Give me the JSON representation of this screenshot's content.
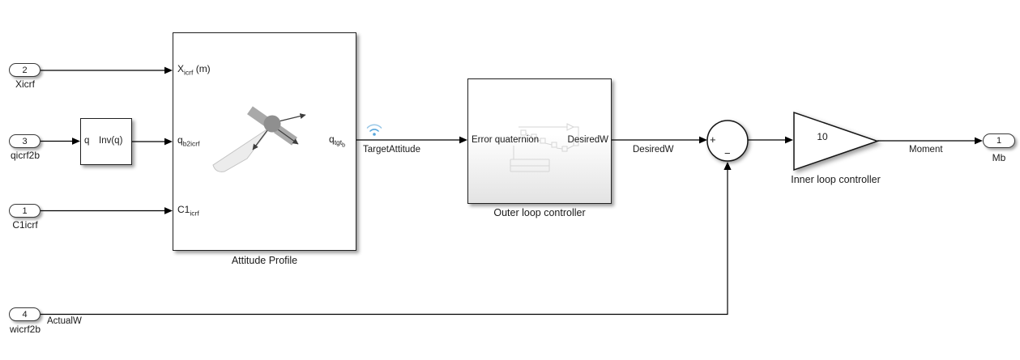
{
  "window": {
    "background": "#ffffff"
  },
  "colors": {
    "wire": "#000000",
    "block_border": "#202020",
    "logging_badge": "#58a7dc",
    "preview_line": "#d5d5d5",
    "satellite_body": "#8f8f8f",
    "satellite_panel": "#a9a9a9",
    "cone_fill": "#ececec"
  },
  "inports": [
    {
      "number": "2",
      "label": "Xicrf"
    },
    {
      "number": "3",
      "label": "qicrf2b"
    },
    {
      "number": "1",
      "label": "C1icrf"
    },
    {
      "number": "4",
      "label": "wicrf2b"
    }
  ],
  "outport": {
    "number": "1",
    "label": "Mb"
  },
  "inv_block": {
    "port_in": "q",
    "text": "Inv(q)"
  },
  "attitude_profile": {
    "label": "Attitude Profile",
    "in_x": {
      "base": "X",
      "sub": "icrf",
      "suffix": " (m)"
    },
    "in_q": {
      "base": "q",
      "sub": "b2icrf"
    },
    "in_c1": {
      "base": "C1",
      "sub": "icrf"
    },
    "out_q": {
      "base": "q",
      "sub": "tgt",
      "subsub": "b"
    }
  },
  "outer_loop": {
    "label": "Outer loop controller",
    "port_in": "Error quaternion",
    "port_out": "DesiredW"
  },
  "sum_block": {
    "plus": "+",
    "minus": "−"
  },
  "gain_block": {
    "value": "10",
    "label": "Inner loop controller"
  },
  "signal_labels": {
    "target_attitude": "TargetAttitude",
    "desired_w": "DesiredW",
    "moment": "Moment",
    "actual_w": "ActualW"
  }
}
